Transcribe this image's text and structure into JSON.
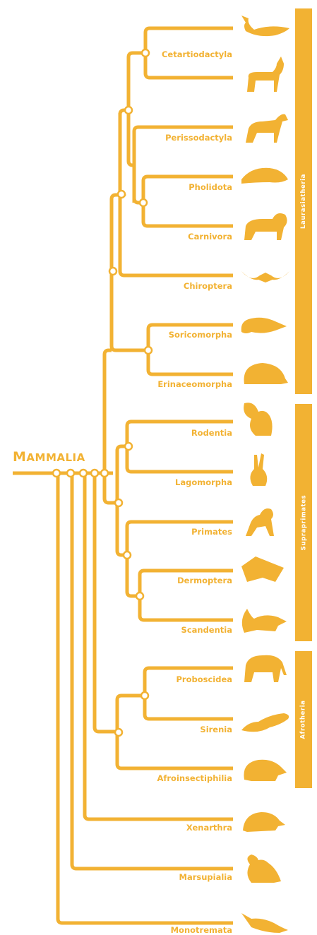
{
  "root": {
    "first": "M",
    "rest": "AMMALIA"
  },
  "taxa": [
    {
      "id": "cetartiodactyla-1",
      "label": "",
      "icon": "whale-icon"
    },
    {
      "id": "cetartiodactyla-2",
      "label": "Cetartiodactyla",
      "icon": "deer-icon"
    },
    {
      "id": "perissodactyla",
      "label": "Perissodactyla",
      "icon": "horse-icon"
    },
    {
      "id": "pholidota",
      "label": "Pholidota",
      "icon": "pangolin-icon"
    },
    {
      "id": "carnivora",
      "label": "Carnivora",
      "icon": "lion-icon"
    },
    {
      "id": "chiroptera",
      "label": "Chiroptera",
      "icon": "bat-icon"
    },
    {
      "id": "soricomorpha",
      "label": "Soricomorpha",
      "icon": "shrew-icon"
    },
    {
      "id": "erinaceomorpha",
      "label": "Erinaceomorpha",
      "icon": "hedgehog-icon"
    },
    {
      "id": "rodentia",
      "label": "Rodentia",
      "icon": "squirrel-icon"
    },
    {
      "id": "lagomorpha",
      "label": "Lagomorpha",
      "icon": "rabbit-icon"
    },
    {
      "id": "primates",
      "label": "Primates",
      "icon": "monkey-icon"
    },
    {
      "id": "dermoptera",
      "label": "Dermoptera",
      "icon": "colugo-icon"
    },
    {
      "id": "scandentia",
      "label": "Scandentia",
      "icon": "treeshrew-icon"
    },
    {
      "id": "proboscidea",
      "label": "Proboscidea",
      "icon": "elephant-icon"
    },
    {
      "id": "sirenia",
      "label": "Sirenia",
      "icon": "manatee-icon"
    },
    {
      "id": "afroinsectiphilia",
      "label": "Afroinsectiphilia",
      "icon": "tenrec-icon"
    },
    {
      "id": "xenarthra",
      "label": "Xenarthra",
      "icon": "armadillo-icon"
    },
    {
      "id": "marsupialia",
      "label": "Marsupialia",
      "icon": "koala-icon"
    },
    {
      "id": "monotremata",
      "label": "Monotremata",
      "icon": "platypus-icon"
    }
  ],
  "groups": {
    "laurasiatheria": "Laurasiatheria",
    "supraprimates": "Supraprimates",
    "afrotheria": "Afrotheria"
  },
  "colors": {
    "branch": "#f2b233",
    "band": "#f2b233",
    "band_text": "#ffffff"
  }
}
